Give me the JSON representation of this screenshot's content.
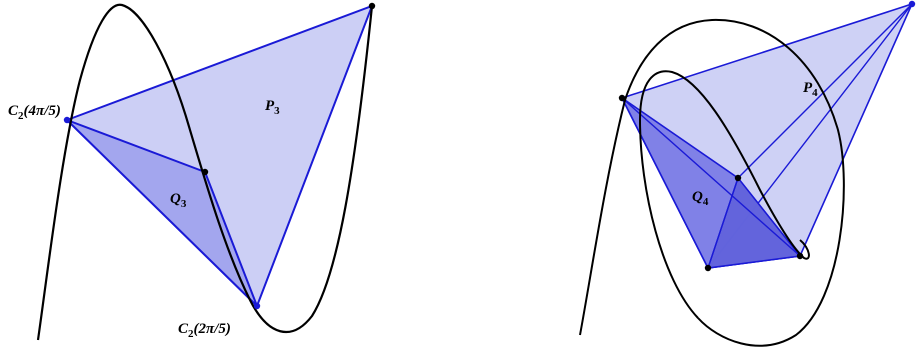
{
  "labels": {
    "p3": {
      "main": "P",
      "sub": "3"
    },
    "q3": {
      "main": "Q",
      "sub": "3"
    },
    "p4": {
      "main": "P",
      "sub": "4"
    },
    "q4": {
      "main": "Q",
      "sub": "4"
    },
    "c2_4pi5": {
      "main": "C",
      "sub": "2",
      "arg": "(4π/5)"
    },
    "c2_2pi5": {
      "main": "C",
      "sub": "2",
      "arg": "(2π/5)"
    }
  },
  "colors": {
    "curve": "#000000",
    "edge": "#1a1ad6",
    "fill_light": "#c9ccf4",
    "fill_medium": "#a3a6ee",
    "fill_dark": "#6a6ae2"
  }
}
